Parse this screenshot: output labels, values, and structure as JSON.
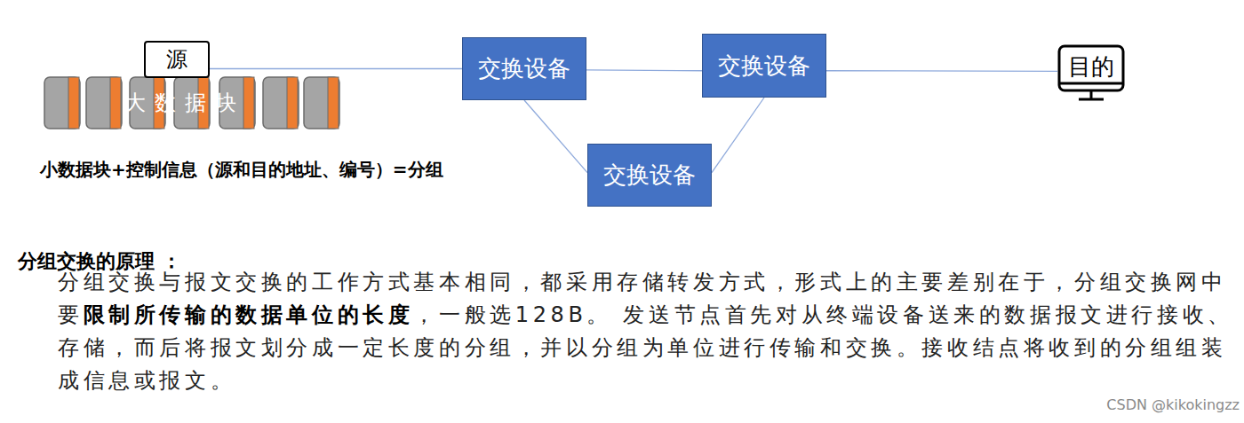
{
  "diagram": {
    "nodes": [
      {
        "text": [
          "源"
        ]
      },
      {
        "text": [
          "交换设备"
        ]
      },
      {
        "text": [
          "交换设备"
        ]
      },
      {
        "text": [
          "目的"
        ]
      },
      {
        "text": [
          "交换设备"
        ]
      }
    ],
    "edges": [
      {
        "from": 0,
        "to": 1,
        "arrow": "none"
      },
      {
        "from": 1,
        "to": 2,
        "arrow": "none"
      },
      {
        "from": 2,
        "to": 3,
        "arrow": "none"
      },
      {
        "from": 1,
        "to": 4,
        "arrow": "none"
      },
      {
        "from": 4,
        "to": 2,
        "arrow": "none"
      }
    ],
    "labels": [
      "大数据块",
      "小数据块+控制信息（源和目的地址、编号）=分组",
      "分组交换的原理 ：",
      "分组交换与报文交换的工作方式基本相同，都采用存储转发方式，形式上的主要差别在于，分组交换网中要",
      "限制所传输的数据单位的长度",
      "，一般选128B。 发送节点首先对从终端设备送来的数据报文进行接收、存储，而后将报文划分成一定长度的分组，并以分组为单位进行传输和交换。接收结点将收到的分组组装成信息或报文。",
      "CSDN @kikokingzz"
    ]
  }
}
